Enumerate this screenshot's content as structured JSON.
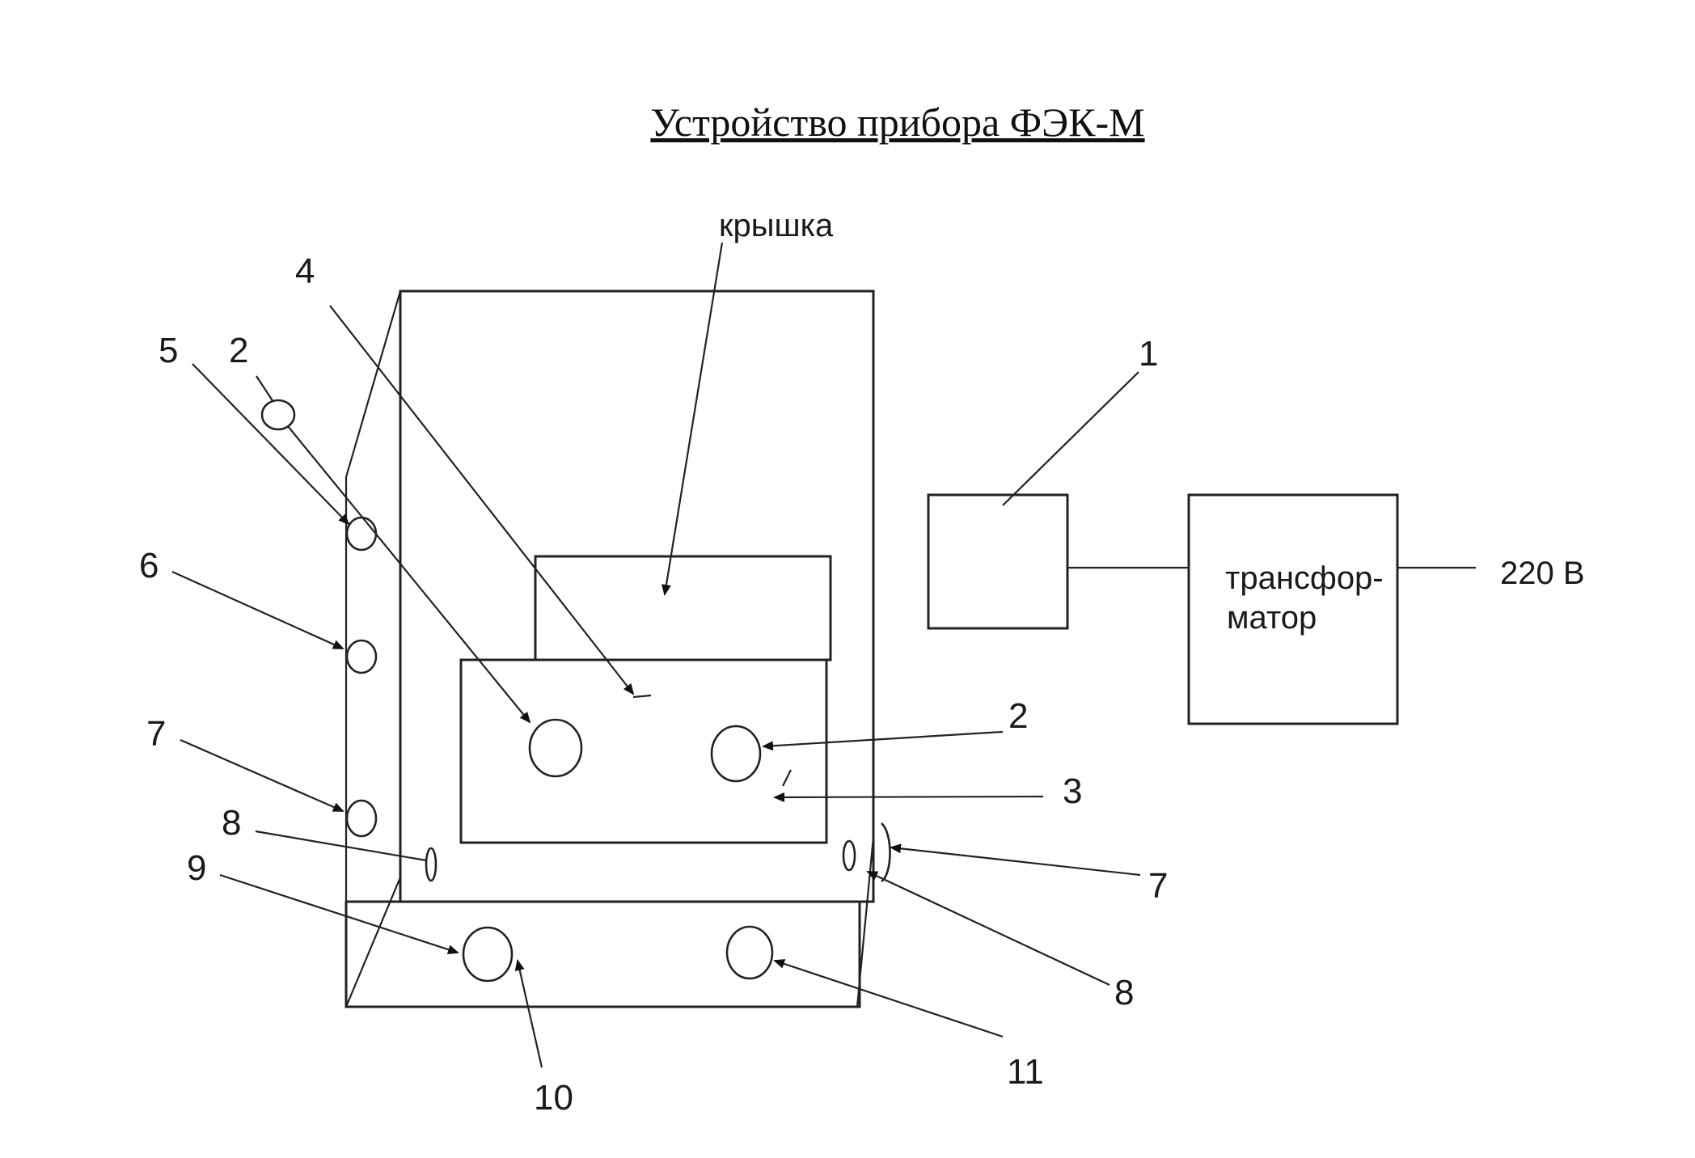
{
  "title": "Устройство прибора ФЭК-М",
  "parts": {
    "lid": "крышка",
    "transformer_line1": "трансфор-",
    "transformer_line2": "матор",
    "voltage": "220 В"
  },
  "callouts": {
    "n1": "1",
    "n2_left": "2",
    "n2_right": "2",
    "n3": "3",
    "n4": "4",
    "n5": "5",
    "n6": "6",
    "n7_left": "7",
    "n7_right": "7",
    "n8_left": "8",
    "n8_right": "8",
    "n9": "9",
    "n10": "10",
    "n11": "11"
  }
}
